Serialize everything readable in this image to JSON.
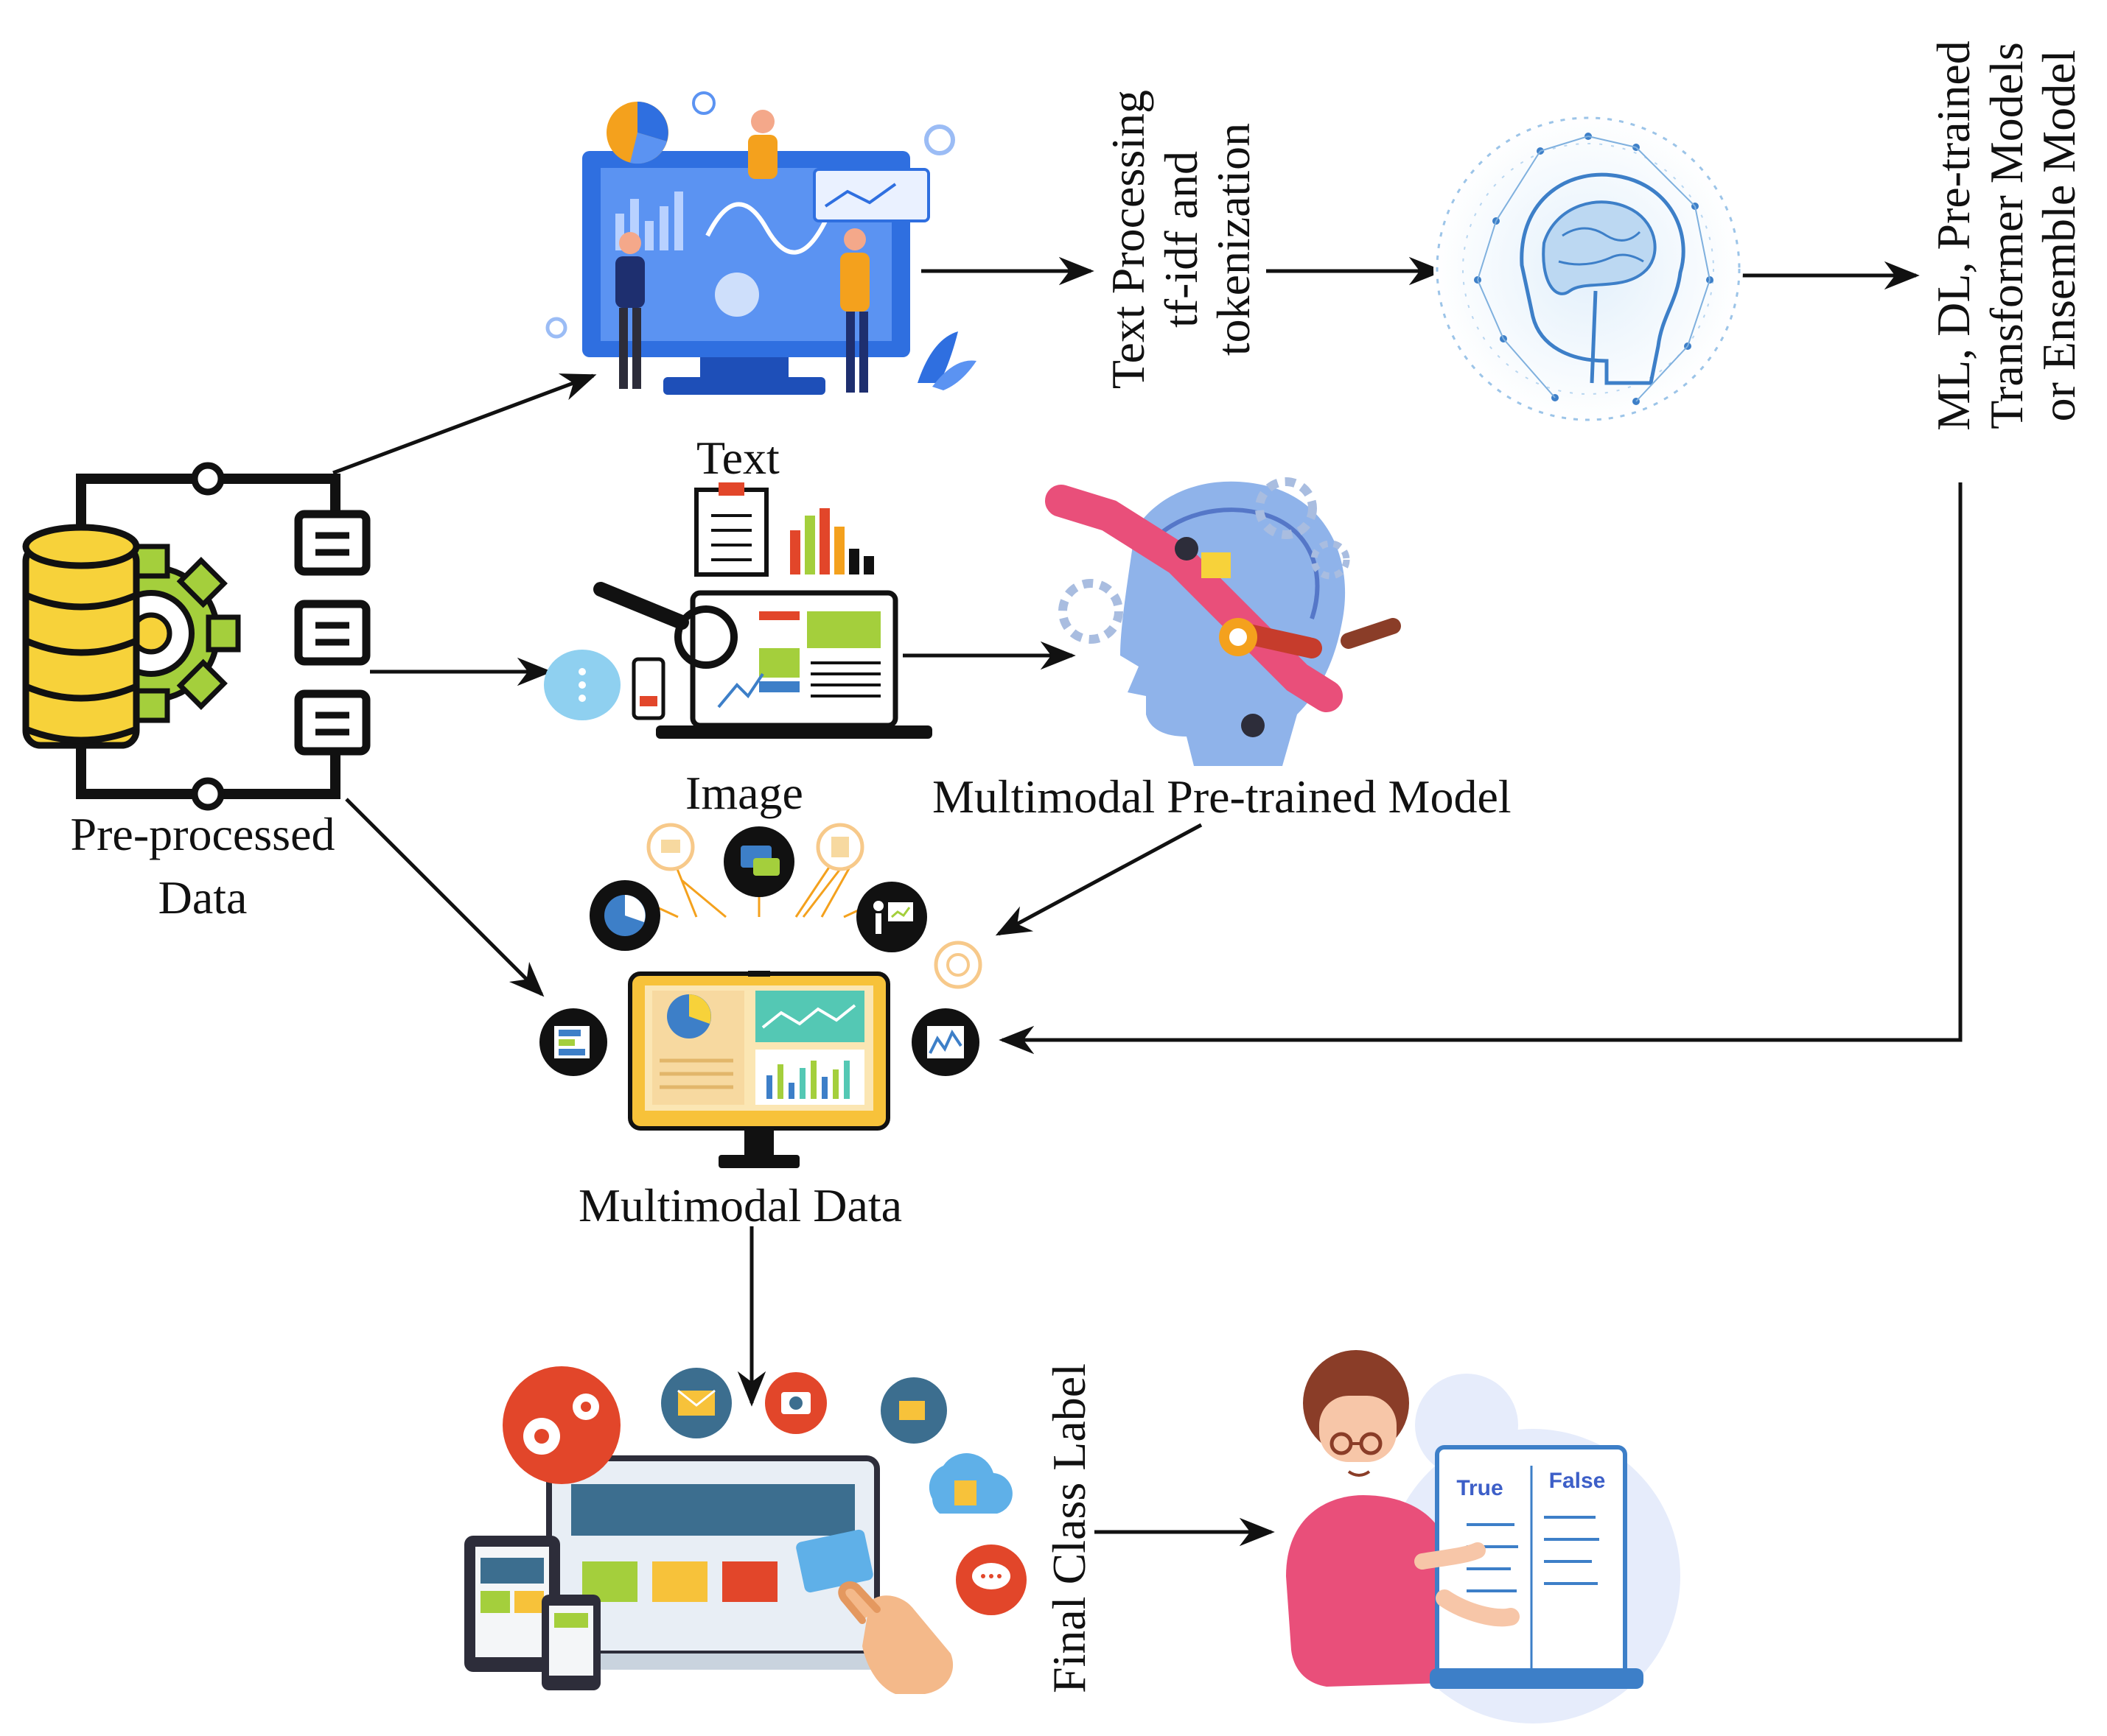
{
  "nodes": {
    "preprocessed": {
      "line1": "Pre-processed",
      "line2": "Data"
    },
    "text": {
      "label": "Text"
    },
    "text_processing": {
      "line1": "Text Processing",
      "line2": "tf-idf and",
      "line3": "tokenization"
    },
    "models": {
      "line1": "ML, DL, Pre-trained",
      "line2": "Transformer Models",
      "line3": "or Ensemble Model"
    },
    "image": {
      "label": "Image"
    },
    "multimodal_model": {
      "label": "Multimodal Pre-trained Model"
    },
    "multimodal_data": {
      "label": "Multimodal Data"
    },
    "final_label": {
      "label": "Final Class Label"
    },
    "verdict": {
      "true_label": "True",
      "false_label": "False"
    }
  },
  "colors": {
    "arrow": "#111111",
    "db_yellow": "#f7d23a",
    "gear_green": "#a4cf3c",
    "monitor_blue": "#2f6fe0",
    "brain_blue": "#3d7fc8",
    "head_blue": "#8fb3ea",
    "pink": "#e94f7a",
    "orange": "#f4a11d",
    "red": "#e2462a"
  }
}
